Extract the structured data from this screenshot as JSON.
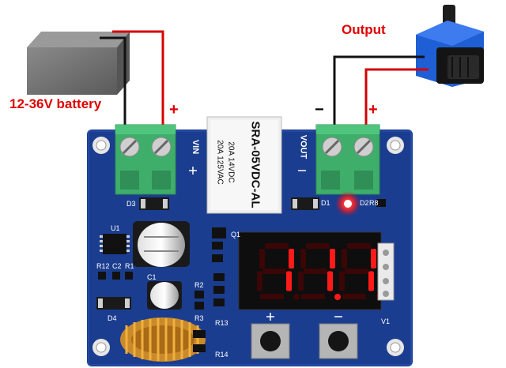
{
  "labels": {
    "battery": "12-36V battery",
    "output": "Output",
    "plus_in": "+",
    "minus_out": "−",
    "plus_out": "+"
  },
  "relay": {
    "line1": "20A 14VDC",
    "line2": "20A 125VAC",
    "model": "SRA-05VDC-AL"
  },
  "display": {
    "value": "11.1",
    "digit_color": "#ff1a1a"
  },
  "silkscreen": {
    "vin": "VIN",
    "vout": "VOUT",
    "d3": "D3",
    "d1": "D1",
    "d2": "D2",
    "r8": "R8",
    "u1": "U1",
    "r12": "R12",
    "c2": "C2",
    "r1": "R1",
    "c1": "C1",
    "q1": "Q1",
    "r2": "R2",
    "r3": "R3",
    "d4": "D4",
    "r13": "R13",
    "r14": "R14",
    "v1": "V1"
  },
  "colors": {
    "pcb": "#1b3d8f",
    "terminal": "#3fae6b",
    "wire_red": "#d40000",
    "wire_black": "#111111",
    "battery": "#6f6f6f",
    "pump": "#1f5fd6"
  }
}
